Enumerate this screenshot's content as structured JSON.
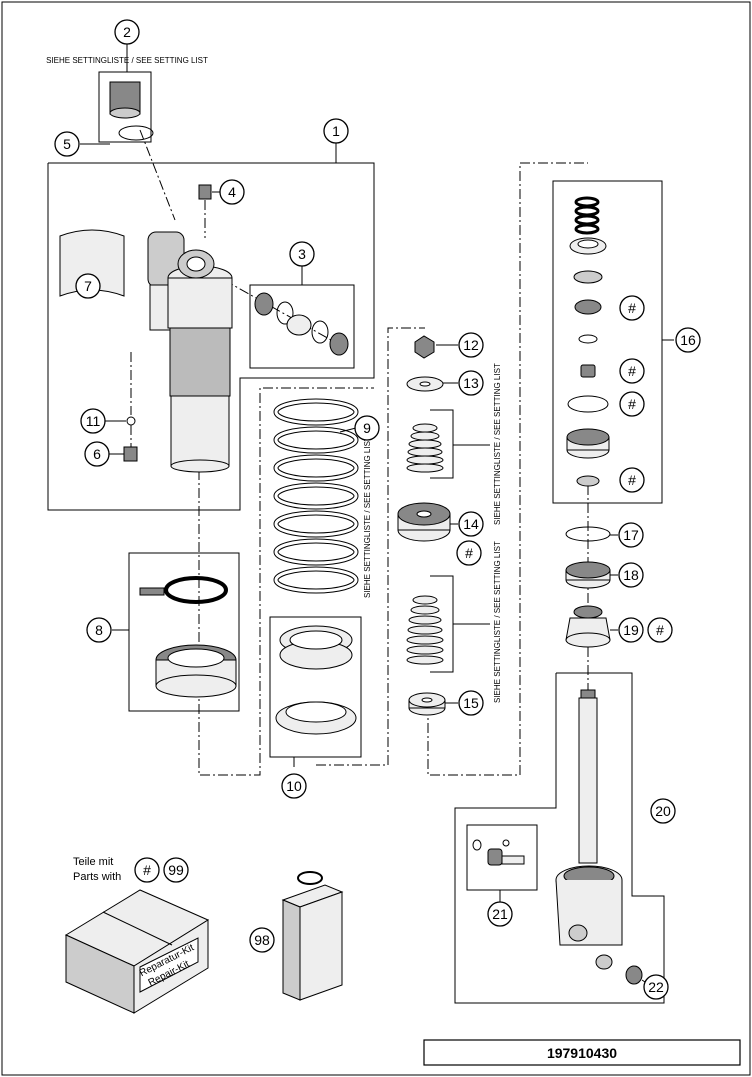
{
  "notes": {
    "setting_list": "SIEHE SETTINGLISTE / SEE SETTING LIST",
    "parts_with_de": "Teile mit",
    "parts_with_en": "Parts with",
    "repair_kit_de": "Reparatur-Kit",
    "repair_kit_en": "Repair-Kit"
  },
  "drawing_number": "197910430",
  "callouts": {
    "c1": "1",
    "c2": "2",
    "c3": "3",
    "c4": "4",
    "c5": "5",
    "c6": "6",
    "c7": "7",
    "c8": "8",
    "c9": "9",
    "c10": "10",
    "c11": "11",
    "c12": "12",
    "c13": "13",
    "c14": "14",
    "c15": "15",
    "c16": "16",
    "c17": "17",
    "c18": "18",
    "c19": "19",
    "c20": "20",
    "c21": "21",
    "c22": "22",
    "c98": "98",
    "c99": "99",
    "hash": "#"
  }
}
